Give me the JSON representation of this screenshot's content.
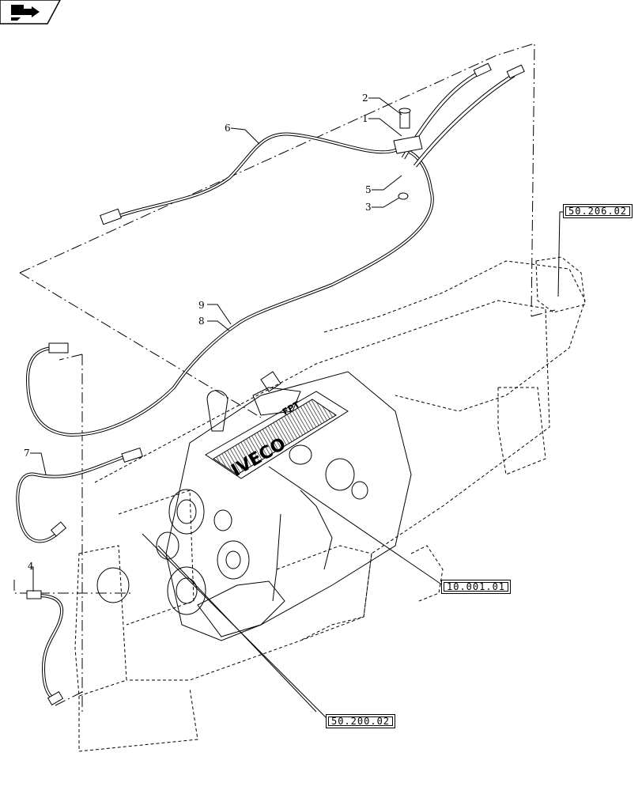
{
  "diagram": {
    "callouts": [
      {
        "id": "2",
        "label": "2"
      },
      {
        "id": "1",
        "label": "1"
      },
      {
        "id": "6",
        "label": "6"
      },
      {
        "id": "5",
        "label": "5"
      },
      {
        "id": "3",
        "label": "3"
      },
      {
        "id": "9",
        "label": "9"
      },
      {
        "id": "8",
        "label": "8"
      },
      {
        "id": "7",
        "label": "7"
      },
      {
        "id": "4",
        "label": "4"
      }
    ],
    "references": [
      {
        "id": "ref-50-206-02",
        "label": "50.206.02"
      },
      {
        "id": "ref-10-001-01",
        "label": "10.001.01"
      },
      {
        "id": "ref-50-200-02",
        "label": "50.200.02"
      }
    ],
    "engine_brand": "IVECO",
    "engine_sub_brand": "FPT"
  },
  "nav": {
    "icon": "next-page-arrow-icon"
  }
}
